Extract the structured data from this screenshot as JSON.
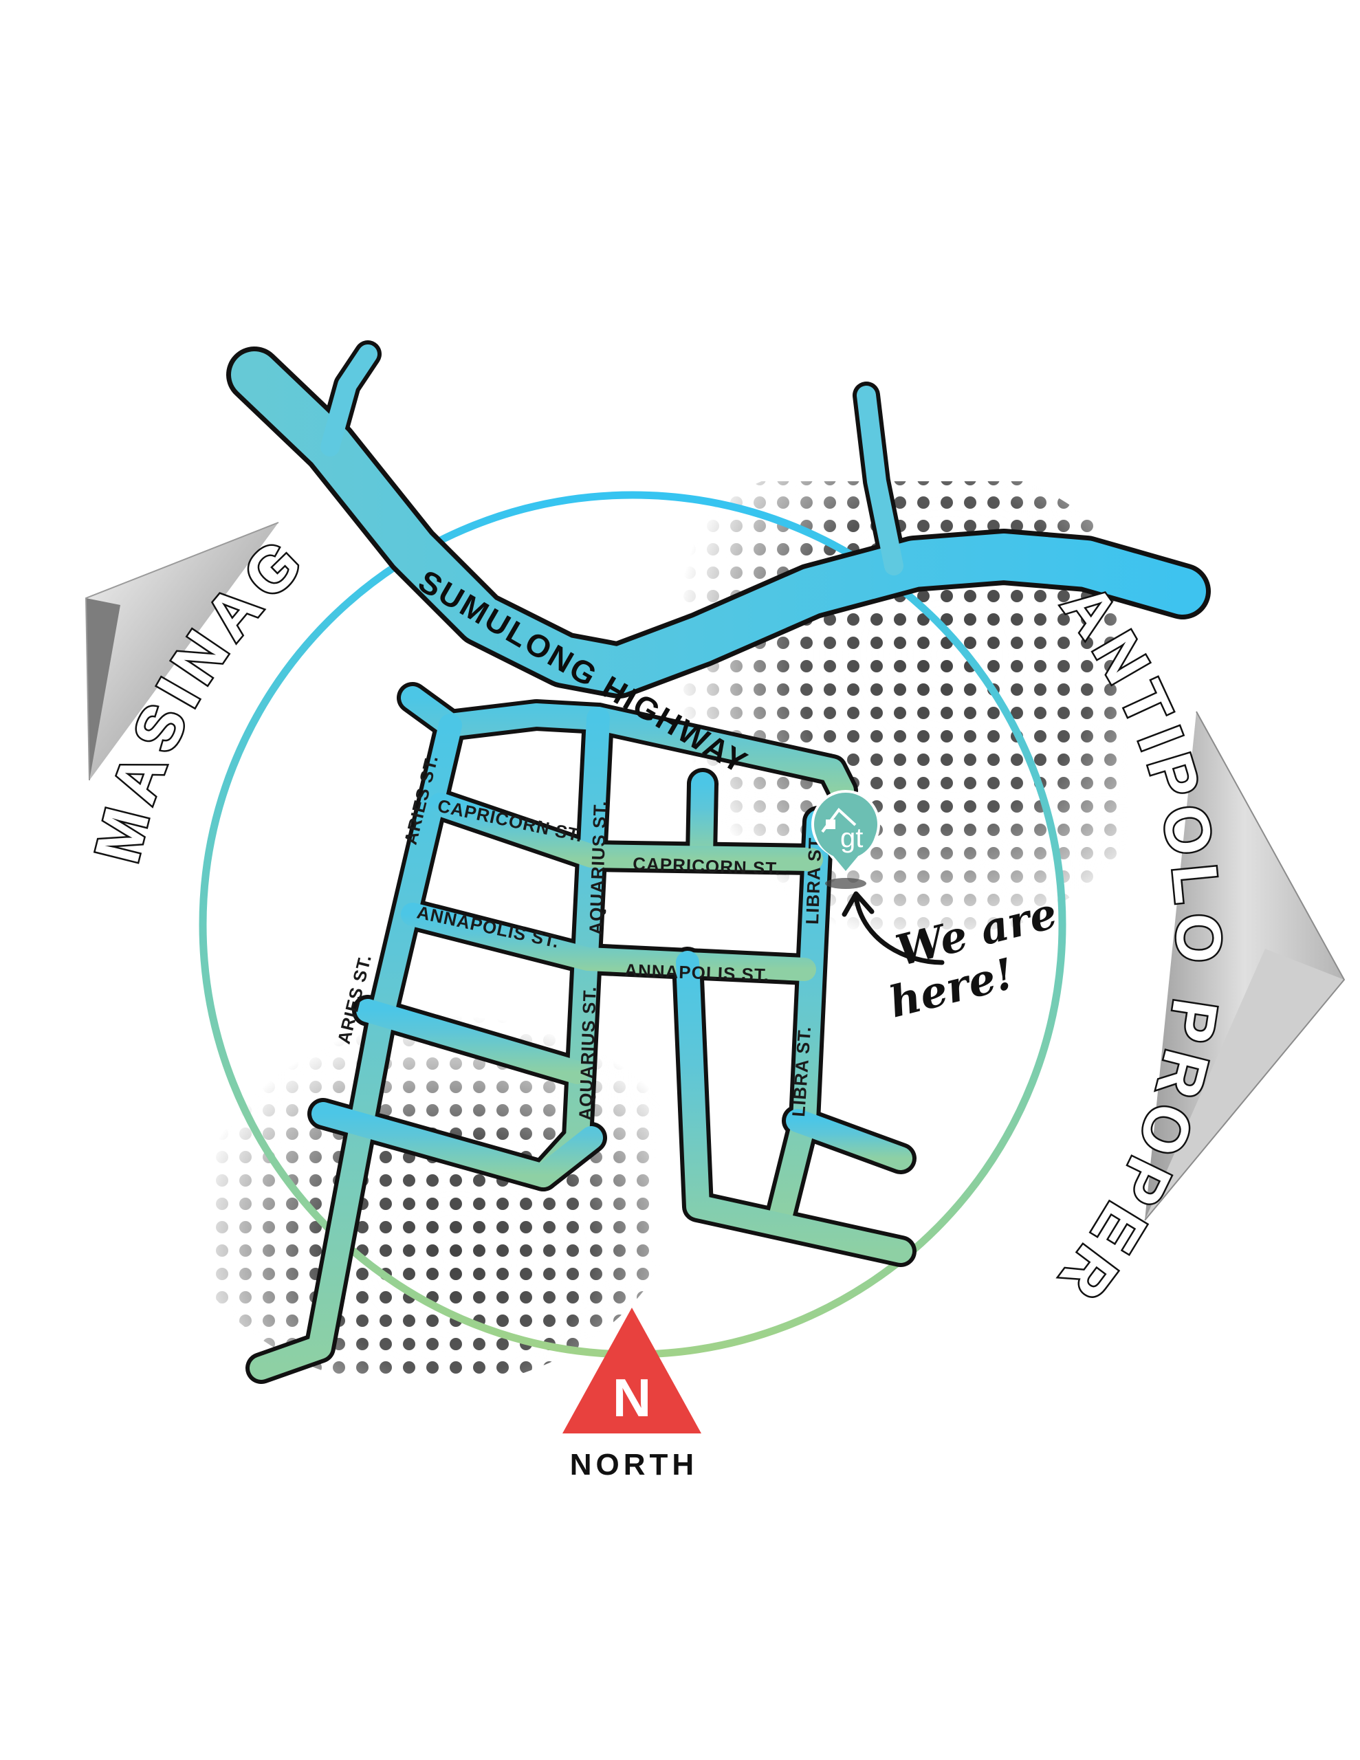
{
  "map": {
    "regions": {
      "west": "MASINAG",
      "east": "ANTIPOLO PROPER"
    },
    "highway": "SUMULONG HIGHWAY",
    "streets": {
      "aries_north": "ARIES ST.",
      "aries_south": "ARIES ST.",
      "capricorn_west": "CAPRICORN ST.",
      "capricorn_east": "CAPRICORN ST.",
      "aquarius_north": "AQUARIUS ST.",
      "aquarius_south": "AQUARIUS ST.",
      "annapolis_west": "ANNAPOLIS ST.",
      "annapolis_east": "ANNAPOLIS ST.",
      "libra_north": "LIBRA ST.",
      "libra_south": "LIBRA ST."
    },
    "location_marker": {
      "logo_text": "gt",
      "callout_line1": "We are",
      "callout_line2": "here!"
    },
    "compass": {
      "letter": "N",
      "label": "NORTH",
      "color": "#e8413e"
    },
    "colors": {
      "road_top": "#3ec6ee",
      "road_bottom": "#9dd08e",
      "outline": "#111111",
      "halftone": "#444444",
      "marker": "#6cbfb3"
    }
  }
}
